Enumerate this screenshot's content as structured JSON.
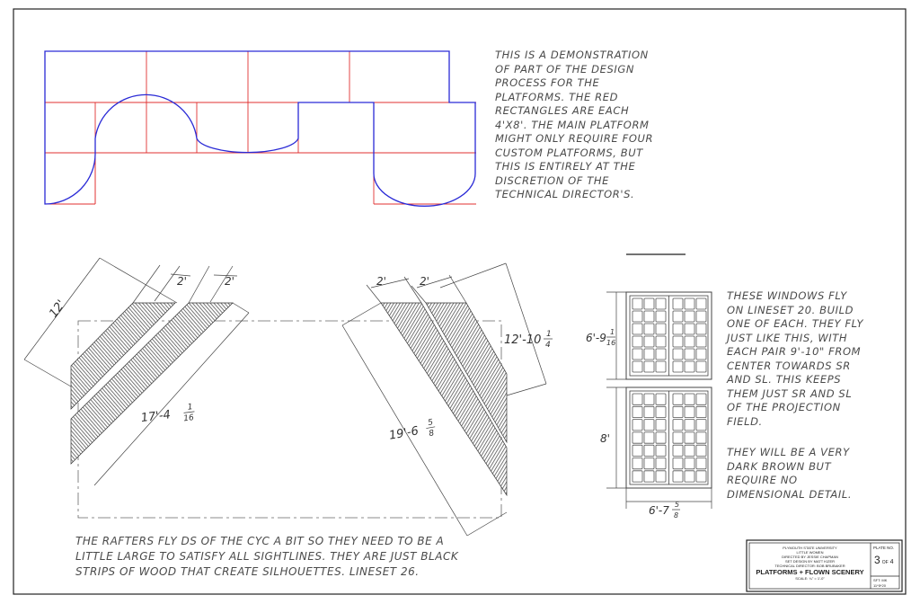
{
  "top_note": [
    "THIS IS A DEMONSTRATION",
    "OF PART OF THE DESIGN",
    "PROCESS FOR THE",
    "PLATFORMS.   THE RED",
    "RECTANGLES ARE EACH",
    "4'x8'. THE MAIN PLATFORM",
    "MIGHT ONLY REQUIRE FOUR",
    "CUSTOM PLATFORMS, BUT",
    "THIS IS ENTIRELY AT THE",
    "DISCRETION OF THE",
    "TECHNICAL DIRECTOR'S."
  ],
  "windows_note": [
    "THESE WINDOWS FLY",
    "ON LINESET 20. BUILD",
    "ONE OF EACH. THEY FLY",
    "JUST LIKE THIS, WITH",
    "EACH PAIR 9'-10\" FROM",
    "CENTER TOWARDS SR",
    "AND SL.   THIS KEEPS",
    "THEM JUST SR AND SL",
    "OF THE PROJECTION",
    "FIELD."
  ],
  "windows_note_2": [
    "THEY WILL BE A VERY",
    "DARK BROWN BUT",
    "REQUIRE NO",
    "DIMENSIONAL DETAIL."
  ],
  "rafters_note": [
    "THE RAFTERS FLY DS OF THE CYC A BIT SO THEY NEED TO BE A",
    "LITTLE LARGE TO SATISFY ALL SIGHTLINES.  THEY ARE JUST BLACK",
    "STRIPS OF WOOD THAT CREATE SILHOUETTES.  LINESET 26."
  ],
  "dims": {
    "left_12": "12'",
    "left_2a": "2'",
    "left_2b": "2'",
    "left_long": "17'-4",
    "left_long_num": "1",
    "left_long_den": "16",
    "right_2a": "2'",
    "right_2b": "2'",
    "right_short": "12'-10",
    "right_short_num": "1",
    "right_short_den": "4",
    "right_long": "19'-6",
    "right_long_num": "5",
    "right_long_den": "8",
    "win_top": "6'-9",
    "win_top_num": "1",
    "win_top_den": "16",
    "win_bottom": "8'",
    "win_width": "6'-7",
    "win_width_num": "5",
    "win_width_den": "8"
  },
  "title_block": {
    "lines": [
      "PLYMOUTH STATE UNIVERSITY",
      "LITTLE WOMEN",
      "DIRECTED BY JESSIE CHAPMAN",
      "SET DESIGN BY MATT KIZER",
      "TECHNICAL DIRECTOR: BOB BRUBAKER"
    ],
    "sheet_title": "PLATFORMS + FLOWN SCENERY",
    "scale": "SCALE: ¼\" = 1'-0\"",
    "plate_label": "PLATE NO.",
    "plate_no": "3",
    "plate_of": "OF",
    "plate_total": "4",
    "drawn_by_label": "SFT:",
    "drawn_by": "MK",
    "date": "11*5*20"
  },
  "colors": {
    "outline_blue": "#2a2ad6",
    "grid_red": "#e03030",
    "ink": "#444444",
    "hatch": "#555555"
  }
}
